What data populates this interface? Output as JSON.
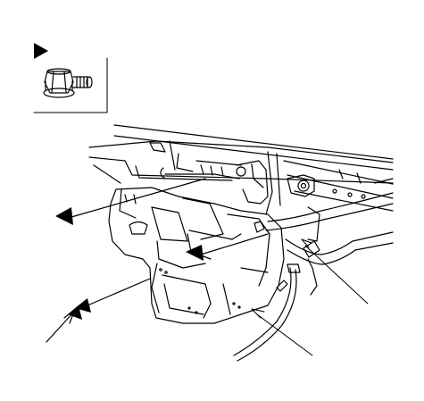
{
  "figure": {
    "legend": {
      "symbol": "triangle-pointer-icon",
      "part": "flange-bolt-icon"
    },
    "pointers": [
      {
        "kind": "solid-arrow"
      },
      {
        "kind": "solid-arrow"
      },
      {
        "kind": "double-arrow"
      },
      {
        "kind": "open-arrow"
      },
      {
        "kind": "leader-line"
      },
      {
        "kind": "leader-line"
      }
    ],
    "colors": {
      "line": "#000000",
      "background": "#ffffff"
    }
  }
}
